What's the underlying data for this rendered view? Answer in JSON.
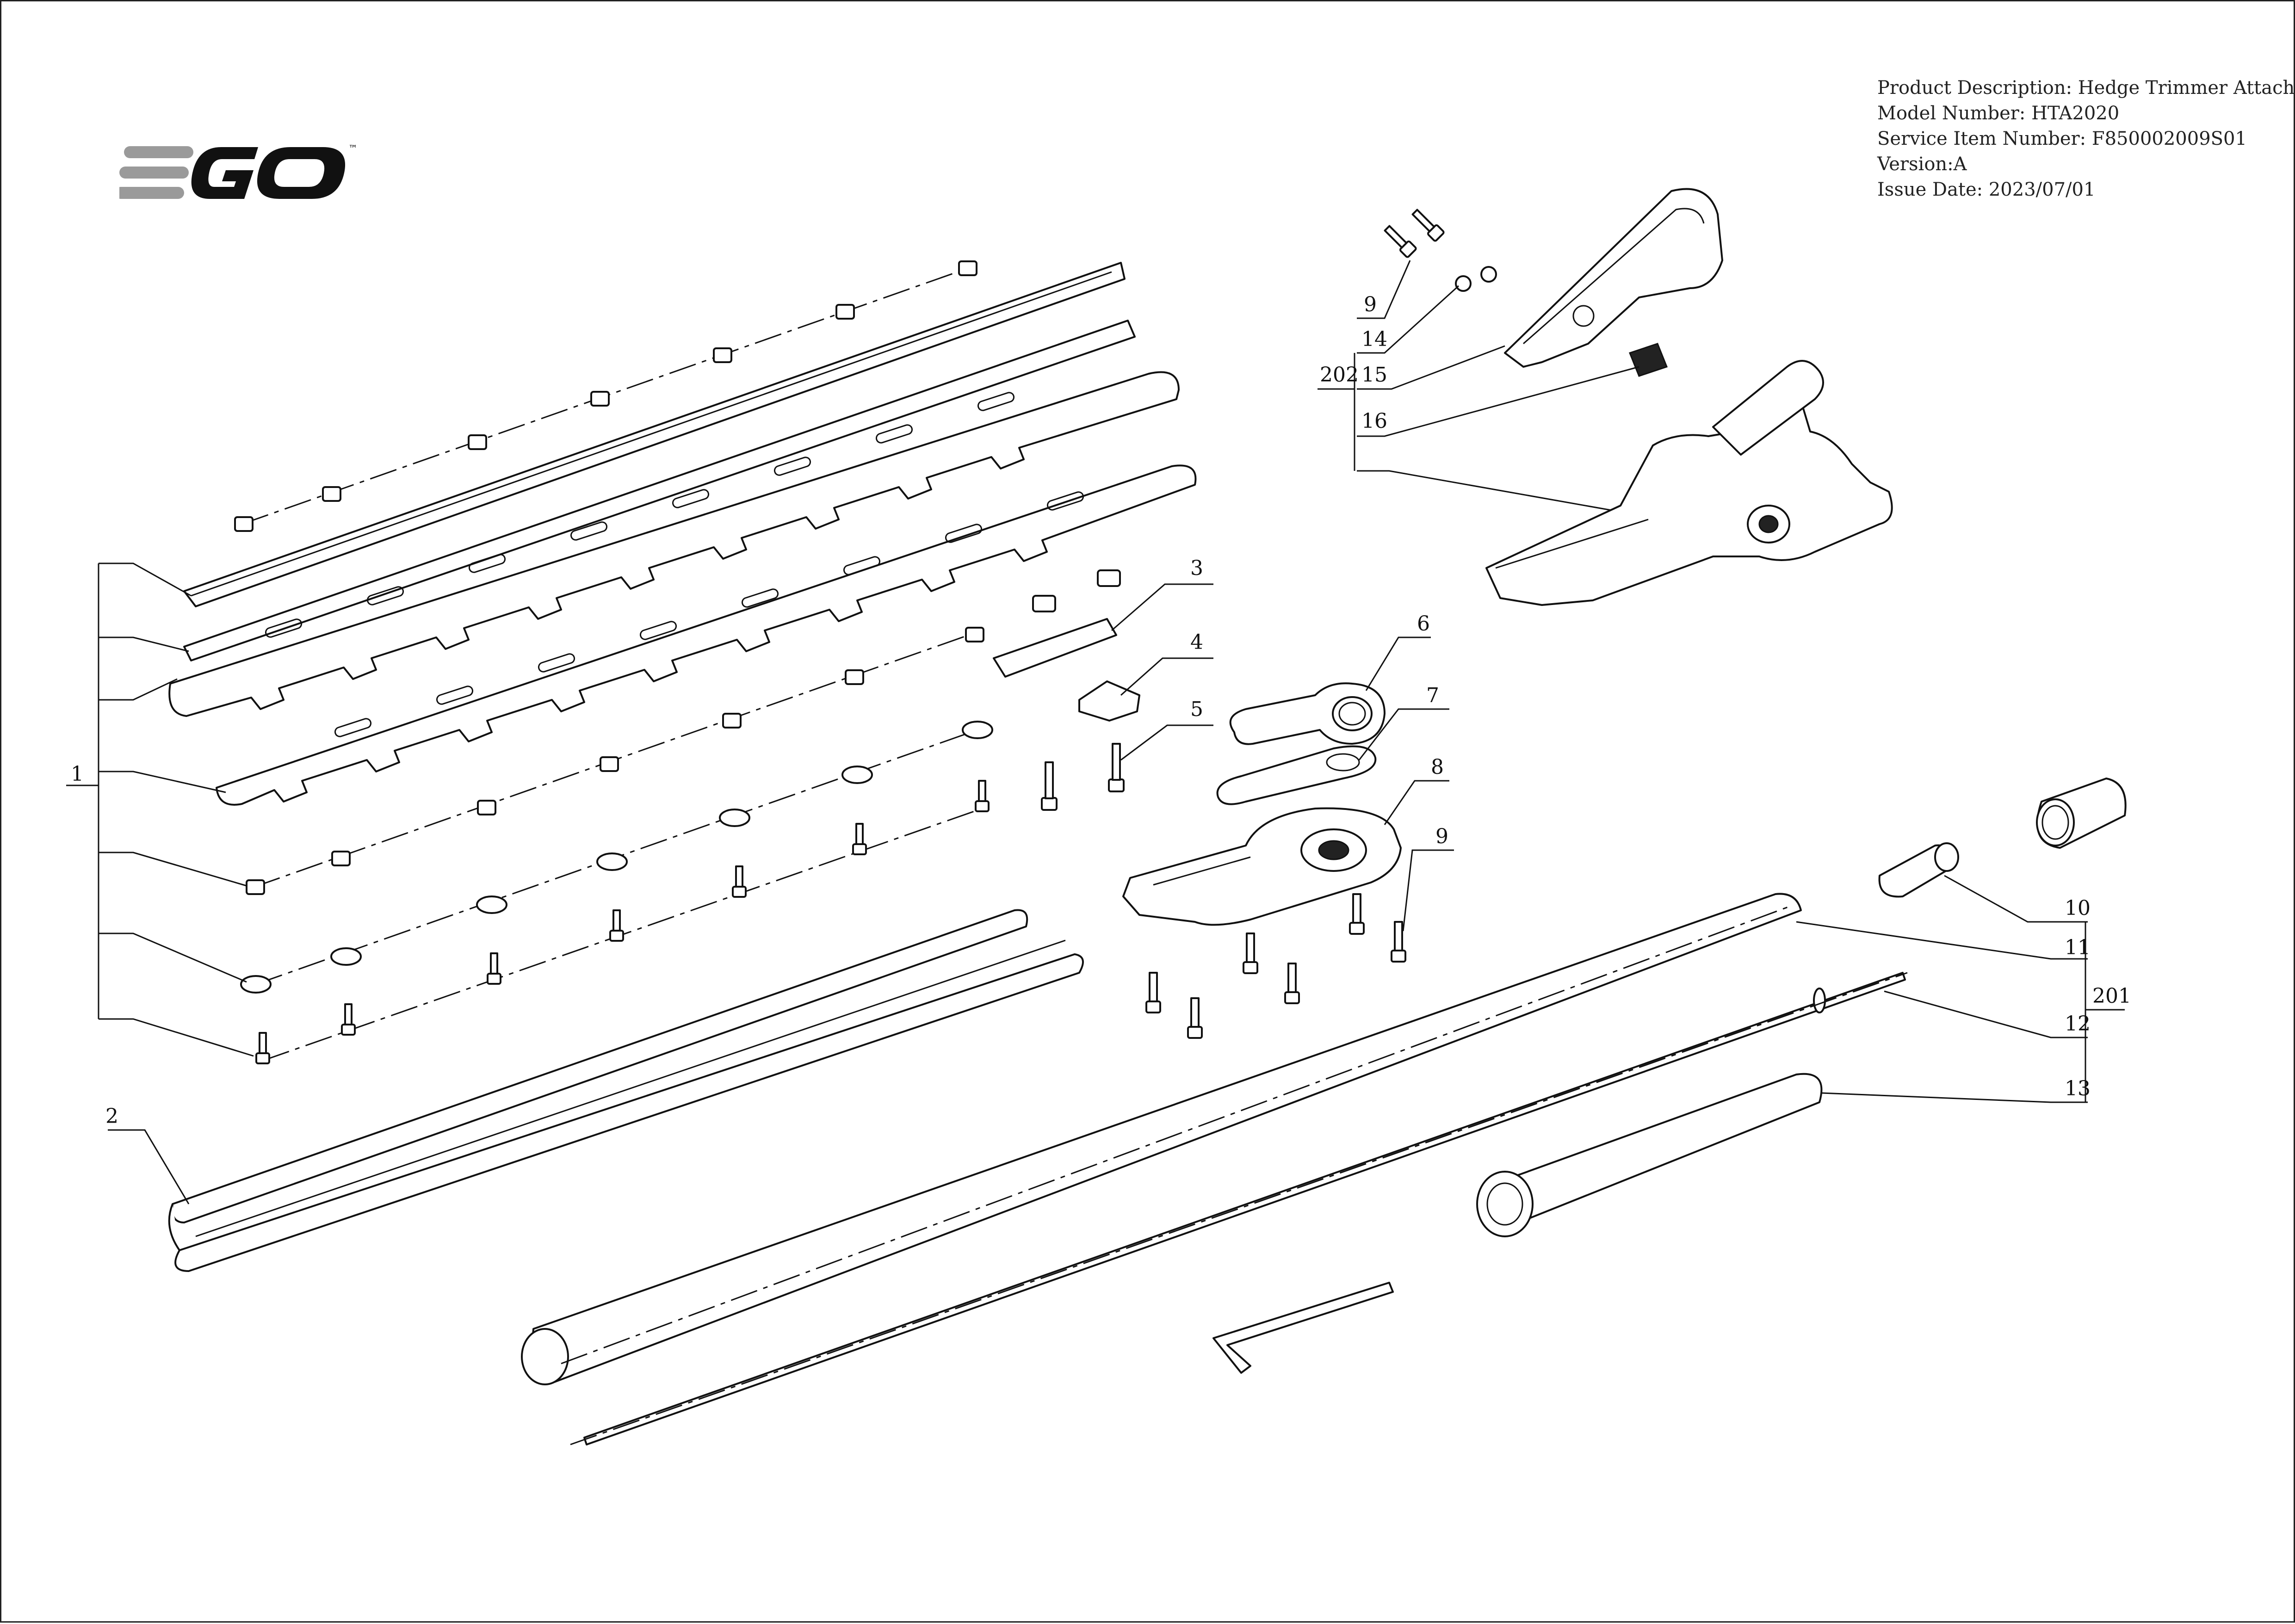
{
  "brand": {
    "logo_text": "EGO",
    "trademark": "™",
    "logo_color": "#111111",
    "accent_color": "#9a9a9a"
  },
  "title_block": {
    "product_description": "Product Description: Hedge Trimmer Attachment",
    "model_number": "Model Number: HTA2020",
    "service_item_number": "Service Item Number: F850002009S01",
    "version": "Version:A",
    "issue_date": "Issue Date: 2023/07/01"
  },
  "callouts": [
    "1",
    "2",
    "3",
    "4",
    "5",
    "6",
    "7",
    "8",
    "9",
    "9",
    "10",
    "11",
    "12",
    "13",
    "14",
    "15",
    "16",
    "201",
    "202"
  ]
}
